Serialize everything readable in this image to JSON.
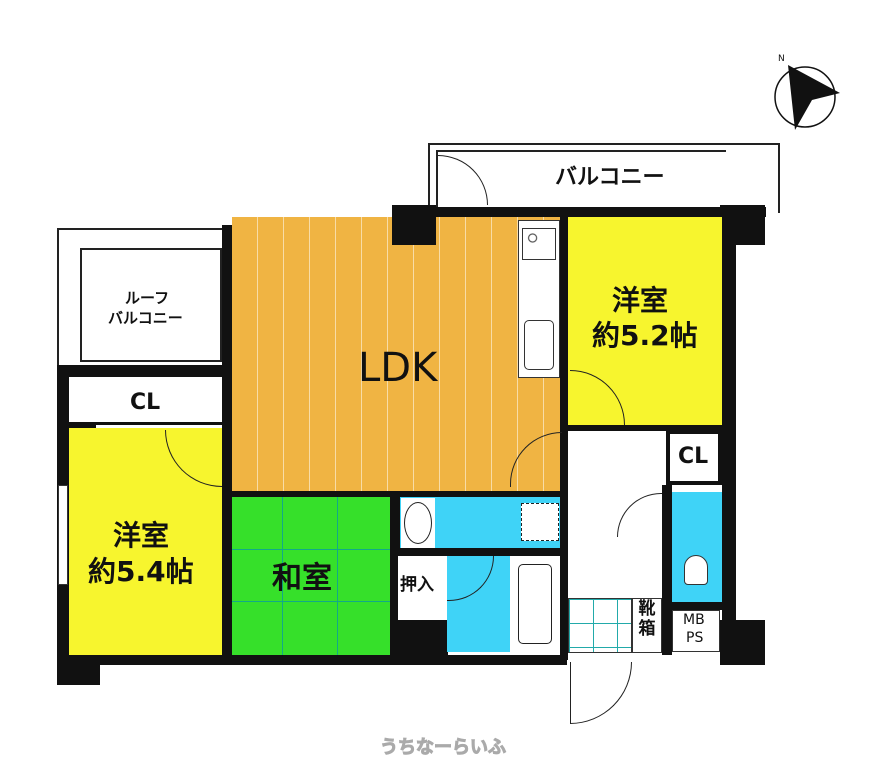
{
  "rooms": {
    "balcony": "バルコニー",
    "roof_balcony_line1": "ルーフ",
    "roof_balcony_line2": "バルコニー",
    "ldk": "LDK",
    "western_right_name": "洋室",
    "western_right_size": "約5.2帖",
    "western_left_name": "洋室",
    "western_left_size": "約5.4帖",
    "japanese_room": "和室",
    "closet_left": "CL",
    "closet_right": "CL",
    "oshiire": "押入",
    "shoe_box": "靴箱",
    "mbps_line1": "MB",
    "mbps_line2": "PS"
  },
  "compass": {
    "north_label": "N"
  },
  "watermark": "うちなーらいふ",
  "colors": {
    "ldk": "#f0b443",
    "western": "#f7f52e",
    "japanese": "#36e02a",
    "wet": "#3fd3f7"
  }
}
